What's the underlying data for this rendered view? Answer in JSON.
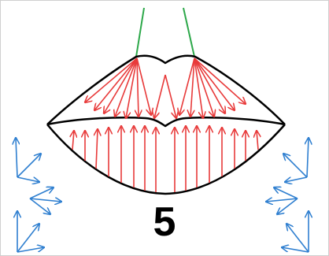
{
  "figure": {
    "number_label": "5"
  },
  "colors": {
    "outline": "#000000",
    "inner_vectors": "#e83a3a",
    "green_lines": "#2da84a",
    "outer_vectors": "#2f7fd0",
    "frame": "#cfcfcf"
  },
  "icons": {
    "outline": "lips-outline",
    "inner": "red-arrow",
    "outer": "blue-arrow-cluster"
  }
}
